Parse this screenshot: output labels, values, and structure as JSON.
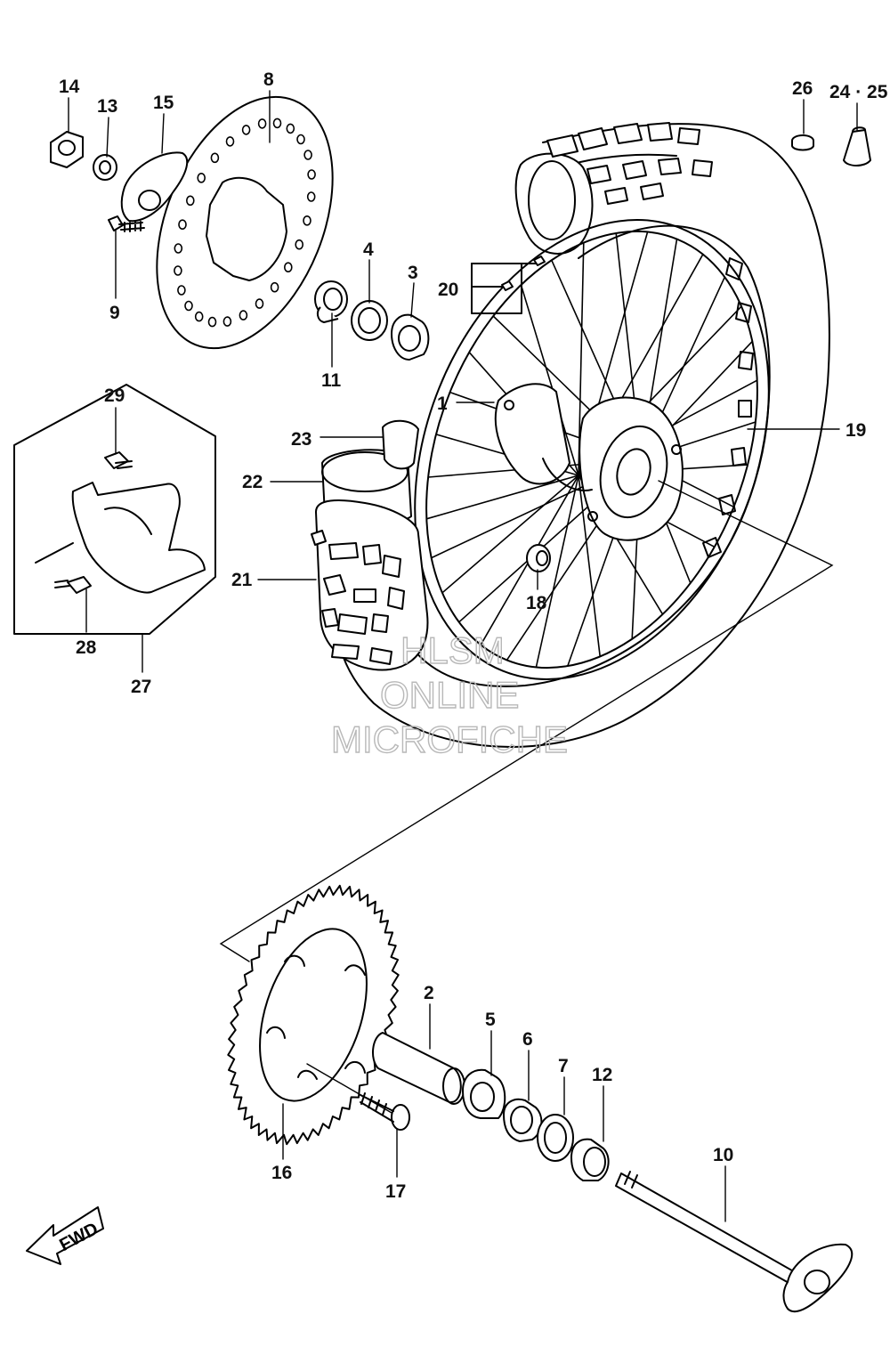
{
  "diagram": {
    "callouts": [
      "1",
      "2",
      "3",
      "4",
      "5",
      "6",
      "7",
      "8",
      "9",
      "10",
      "11",
      "12",
      "13",
      "14",
      "15",
      "16",
      "17",
      "18",
      "19",
      "20",
      "21",
      "22",
      "23",
      "24",
      "25",
      "26",
      "27",
      "28",
      "29"
    ],
    "callout_24_25": "24 · 25",
    "fwd_label": "FWD",
    "watermark": [
      "HLSM",
      "ONLINE",
      "MICROFICHE"
    ]
  }
}
